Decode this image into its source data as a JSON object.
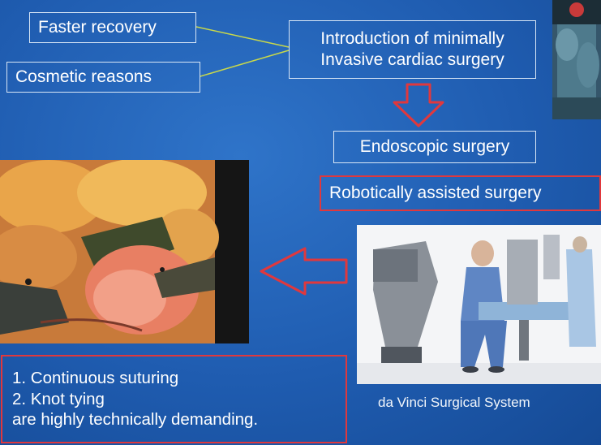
{
  "boxes": {
    "faster_recovery": "Faster recovery",
    "cosmetic_reasons": "Cosmetic reasons",
    "intro_line1": "Introduction of minimally",
    "intro_line2": "Invasive cardiac surgery",
    "endoscopic": "Endoscopic surgery",
    "robotic": "Robotically assisted surgery",
    "list_line1": "1. Continuous suturing",
    "list_line2": "2. Knot tying",
    "list_line3": "are highly technically demanding."
  },
  "caption": "da Vinci Surgical System",
  "colors": {
    "background": "#1f5cb0",
    "box_border": "#d8e6f6",
    "highlight_border": "#e0383d",
    "connector": "#c8d84a",
    "arrow": "#e0383d"
  }
}
